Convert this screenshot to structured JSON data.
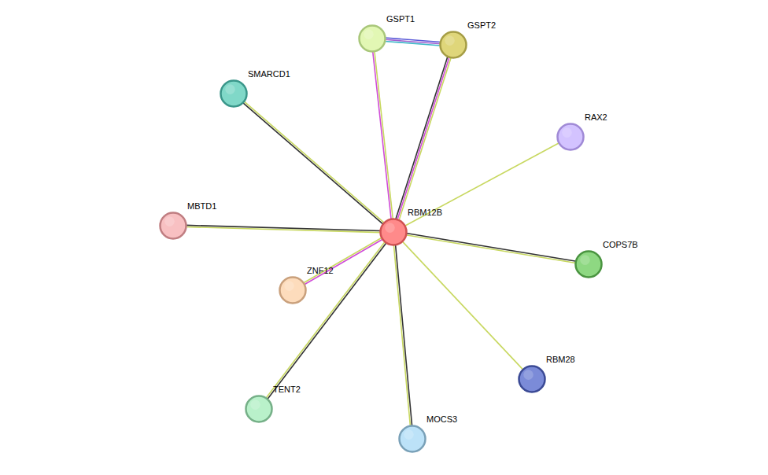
{
  "diagram": {
    "nodes": [
      {
        "text": [
          "GSPT1"
        ]
      },
      {
        "text": [
          "GSPT2"
        ]
      },
      {
        "text": [
          "SMARCD1"
        ]
      },
      {
        "text": [
          "RAX2"
        ]
      },
      {
        "text": [
          "MBTD1"
        ]
      },
      {
        "text": [
          "RBM12B"
        ]
      },
      {
        "text": [
          "ZNF12"
        ]
      },
      {
        "text": [
          "COPS7B"
        ]
      },
      {
        "text": [
          "RBM28"
        ]
      },
      {
        "text": [
          "TENT2"
        ]
      },
      {
        "text": [
          "MOCS3"
        ]
      }
    ],
    "edges": [
      {
        "from": 5,
        "to": 0,
        "arrow": "none"
      },
      {
        "from": 5,
        "to": 1,
        "arrow": "none"
      },
      {
        "from": 0,
        "to": 1,
        "arrow": "none"
      },
      {
        "from": 5,
        "to": 2,
        "arrow": "none"
      },
      {
        "from": 5,
        "to": 3,
        "arrow": "none"
      },
      {
        "from": 5,
        "to": 4,
        "arrow": "none"
      },
      {
        "from": 5,
        "to": 6,
        "arrow": "none"
      },
      {
        "from": 5,
        "to": 7,
        "arrow": "none"
      },
      {
        "from": 5,
        "to": 8,
        "arrow": "none"
      },
      {
        "from": 5,
        "to": 9,
        "arrow": "none"
      },
      {
        "from": 5,
        "to": 10,
        "arrow": "none"
      }
    ]
  }
}
